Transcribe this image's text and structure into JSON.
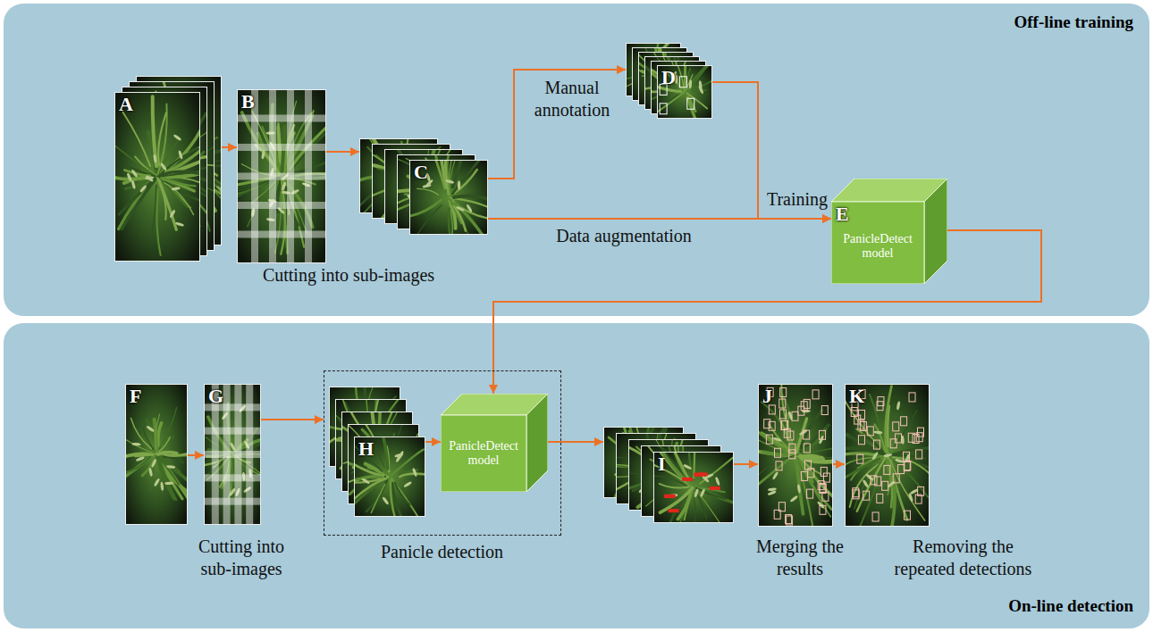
{
  "diagram": {
    "nodes": [
      {
        "text": [
          "Off-line training"
        ]
      },
      {
        "text": [
          "A"
        ],
        "in": 0
      },
      {
        "text": [
          "B"
        ],
        "in": 0
      },
      {
        "text": [
          "C"
        ],
        "in": 0
      },
      {
        "text": [
          "D"
        ],
        "in": 0
      },
      {
        "text": [
          "E",
          "PanicleDetect model"
        ],
        "in": 0
      },
      {
        "text": [
          "On-line detection"
        ]
      },
      {
        "text": [
          "F"
        ],
        "in": 6
      },
      {
        "text": [
          "G"
        ],
        "in": 6
      },
      {
        "text": [
          "Panicle detection"
        ],
        "in": 6
      },
      {
        "text": [
          "H"
        ],
        "in": 9
      },
      {
        "text": [
          "PanicleDetect model"
        ],
        "in": 9
      },
      {
        "text": [
          "I"
        ],
        "in": 6
      },
      {
        "text": [
          "J"
        ],
        "in": 6
      },
      {
        "text": [
          "K"
        ],
        "in": 6
      }
    ],
    "edges": [
      {
        "from": 1,
        "to": 2,
        "arrow": "to"
      },
      {
        "from": 2,
        "to": 3,
        "arrow": "to"
      },
      {
        "from": 3,
        "to": 4,
        "label": "Manual annotation",
        "arrow": "to"
      },
      {
        "from": 3,
        "to": 5,
        "label": "Data augmentation",
        "arrow": "to"
      },
      {
        "from": 4,
        "to": 5,
        "label": "Training",
        "arrow": "to"
      },
      {
        "from": 5,
        "to": 11,
        "arrow": "to"
      },
      {
        "from": 7,
        "to": 8,
        "arrow": "to"
      },
      {
        "from": 8,
        "to": 9,
        "arrow": "to"
      },
      {
        "from": 10,
        "to": 11,
        "arrow": "to"
      },
      {
        "from": 11,
        "to": 12,
        "arrow": "to"
      },
      {
        "from": 12,
        "to": 13,
        "arrow": "to"
      },
      {
        "from": 13,
        "to": 14,
        "arrow": "to"
      }
    ],
    "labels": [
      "Cutting into sub-images",
      "Cutting into sub-images",
      "Merging the results",
      "Removing the repeated detections"
    ]
  }
}
